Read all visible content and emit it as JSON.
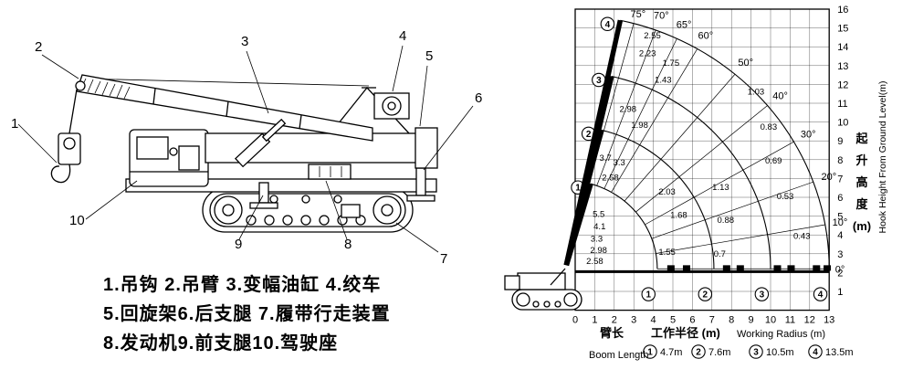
{
  "figure": {
    "callouts": [
      "1",
      "2",
      "3",
      "4",
      "5",
      "6",
      "7",
      "8",
      "9",
      "10"
    ],
    "legend_lines": [
      "1.吊钩 2.吊臂 3.变幅油缸 4.绞车",
      "5.回旋架6.后支腿 7.履带行走装置",
      "8.发动机9.前支腿10.驾驶座"
    ]
  },
  "chart_data": {
    "type": "line",
    "description": "Crane working-range chart: hook height vs working radius for four boom lengths, rated loads (t) marked at boom angles",
    "x_axis": {
      "title_cn": "工作半径 (m)",
      "title_en": "Working Radius (m)",
      "ticks": [
        "0",
        "1",
        "2",
        "3",
        "4",
        "5",
        "6",
        "7",
        "8",
        "9",
        "10",
        "11",
        "12",
        "13"
      ],
      "range": [
        0,
        13
      ]
    },
    "y_axis": {
      "title_cn": "起升高度(m)",
      "title_cn_chars": [
        "起",
        "升",
        "高",
        "度",
        "(m)"
      ],
      "title_en": "Hook Height From Ground Level(m)",
      "ticks": [
        "1",
        "2",
        "3",
        "4",
        "5",
        "6",
        "7",
        "8",
        "9",
        "10",
        "11",
        "12",
        "13",
        "14",
        "15",
        "16"
      ],
      "range": [
        0,
        16
      ]
    },
    "legend": {
      "boom_cn": "臂长",
      "boom_en": "Boom Length"
    },
    "grid": true,
    "pivot": {
      "x": -0.5,
      "y": 2.2
    },
    "angles": [
      {
        "deg": 75,
        "label": "75°"
      },
      {
        "deg": 70,
        "label": "70°"
      },
      {
        "deg": 65,
        "label": "65°"
      },
      {
        "deg": 60,
        "label": "60°"
      },
      {
        "deg": 50,
        "label": "50°"
      },
      {
        "deg": 40,
        "label": "40°"
      },
      {
        "deg": 30,
        "label": "30°"
      },
      {
        "deg": 20,
        "label": "20°"
      },
      {
        "deg": 10,
        "label": "10°"
      },
      {
        "deg": 0,
        "label": "0°"
      }
    ],
    "booms": [
      {
        "sym": "1",
        "length_m": 4.7,
        "length_label": "4.7m",
        "angle_deg": 74
      },
      {
        "sym": "2",
        "length_m": 7.6,
        "length_label": "7.6m",
        "angle_deg": 76
      },
      {
        "sym": "3",
        "length_m": 10.5,
        "length_label": "10.5m",
        "angle_deg": 77
      },
      {
        "sym": "4",
        "length_m": 13.5,
        "length_label": "13.5m",
        "angle_deg": 78
      }
    ],
    "load_labels_t": [
      {
        "v": "2.55",
        "x": 3.95,
        "y": 14.45
      },
      {
        "v": "2.23",
        "x": 3.7,
        "y": 13.5
      },
      {
        "v": "1.75",
        "x": 4.9,
        "y": 13.0
      },
      {
        "v": "1.43",
        "x": 4.5,
        "y": 12.1
      },
      {
        "v": "1.03",
        "x": 9.25,
        "y": 11.45
      },
      {
        "v": "0.83",
        "x": 9.9,
        "y": 9.6
      },
      {
        "v": "0.69",
        "x": 10.15,
        "y": 7.8
      },
      {
        "v": "0.53",
        "x": 10.75,
        "y": 5.9
      },
      {
        "v": "0.43",
        "x": 11.6,
        "y": 3.8
      },
      {
        "v": "2.98",
        "x": 2.7,
        "y": 10.55
      },
      {
        "v": "1.98",
        "x": 3.3,
        "y": 9.7
      },
      {
        "v": "3.7",
        "x": 1.55,
        "y": 7.95
      },
      {
        "v": "3.3",
        "x": 2.25,
        "y": 7.7
      },
      {
        "v": "2.58",
        "x": 1.8,
        "y": 6.9
      },
      {
        "v": "2.03",
        "x": 4.7,
        "y": 6.15
      },
      {
        "v": "1.68",
        "x": 5.3,
        "y": 4.9
      },
      {
        "v": "1.55",
        "x": 4.7,
        "y": 2.95
      },
      {
        "v": "1.13",
        "x": 7.45,
        "y": 6.4
      },
      {
        "v": "0.88",
        "x": 7.7,
        "y": 4.65
      },
      {
        "v": "0.7",
        "x": 7.4,
        "y": 2.85
      },
      {
        "v": "5.5",
        "x": 1.2,
        "y": 4.95
      },
      {
        "v": "4.1",
        "x": 1.25,
        "y": 4.3
      },
      {
        "v": "3.3",
        "x": 1.1,
        "y": 3.65
      },
      {
        "v": "2.98",
        "x": 1.2,
        "y": 3.05
      },
      {
        "v": "2.58",
        "x": 1.0,
        "y": 2.45
      }
    ]
  }
}
